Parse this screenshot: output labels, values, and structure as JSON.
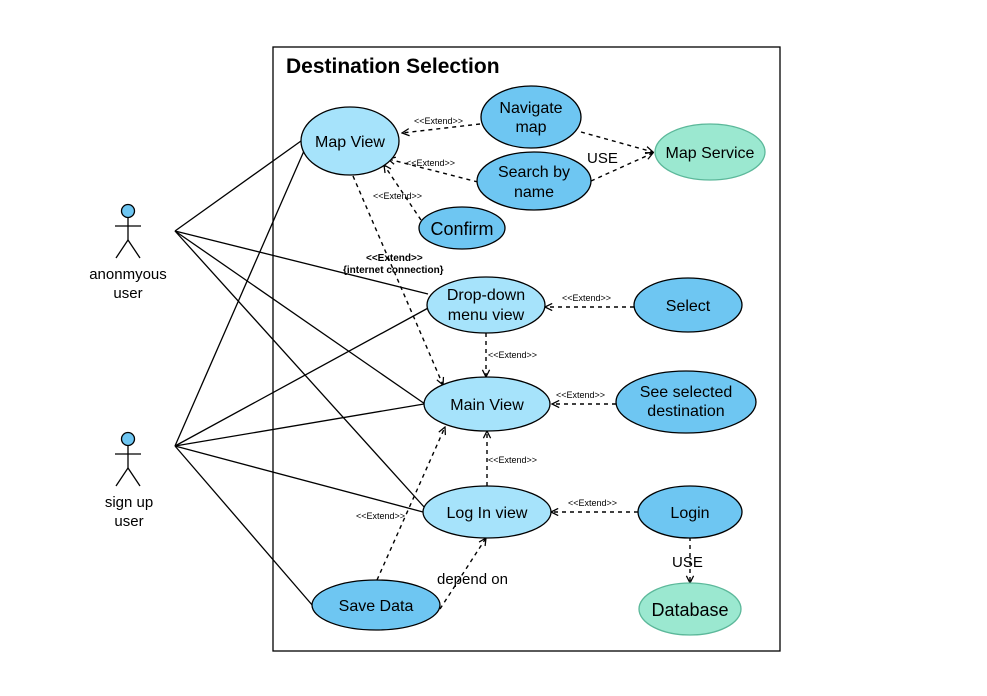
{
  "title": "Destination Selection",
  "colors": {
    "usecase_light": "#a6e3fb",
    "usecase_dark": "#6ec6f2",
    "external": "#9be8d0",
    "actor_head": "#6ec6f2"
  },
  "actors": [
    {
      "id": "anon",
      "label_line1": "anonmyous",
      "label_line2": "user"
    },
    {
      "id": "signup",
      "label_line1": "sign up",
      "label_line2": "user"
    }
  ],
  "use_cases": {
    "map_view": "Map View",
    "navigate_map_1": "Navigate",
    "navigate_map_2": "map",
    "search_by_name_1": "Search by",
    "search_by_name_2": "name",
    "map_service": "Map Service",
    "confirm": "Confirm",
    "dropdown_1": "Drop-down",
    "dropdown_2": "menu view",
    "select": "Select",
    "main_view": "Main View",
    "see_selected_1": "See selected",
    "see_selected_2": "destination",
    "login_view": "Log In view",
    "login": "Login",
    "save_data": "Save Data",
    "database": "Database"
  },
  "labels": {
    "extend": "<<Extend>>",
    "extend_bold": "<<Extend>>",
    "internet": "{internet connection}",
    "use": "USE",
    "depend_on": "depend on"
  }
}
